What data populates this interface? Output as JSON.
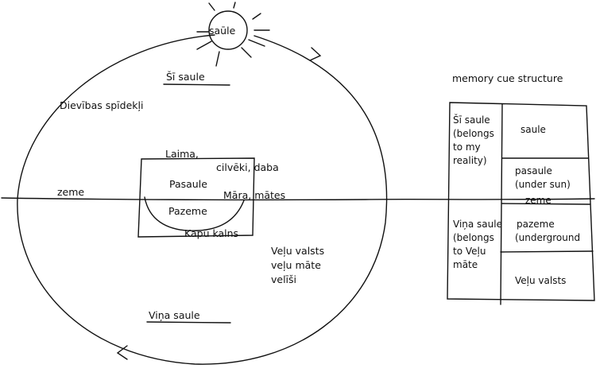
{
  "colors": {
    "ink": "#111111",
    "paper": "#ffffff"
  },
  "cosmos": {
    "sun_label": "saūle",
    "this_sun": "Šī saule",
    "divine_lights": "Dievības spīdekļi",
    "earth": "zeme",
    "laima": "Laima,",
    "people_nature": "cilvēki, daba",
    "pasaule": "Pasaule",
    "mara": "Māra, mātes",
    "pazeme": "Pazeme",
    "grave_hill": "Kapu kalns",
    "underworld_lines": [
      "Veļu valsts",
      "veļu māte",
      "velīši"
    ],
    "that_sun": "Viņa saule"
  },
  "memory_table": {
    "title": "memory cue structure",
    "left_top": [
      "Šī saule",
      "(belongs",
      "to my",
      "reality)"
    ],
    "left_bottom": [
      "Viņa saule",
      "(belongs",
      "to Veļu",
      "māte"
    ],
    "right": [
      {
        "lines": [
          "saule"
        ]
      },
      {
        "lines": [
          "pasaule",
          "(under sun)"
        ]
      },
      {
        "lines": [
          "zeme"
        ]
      },
      {
        "lines": [
          "pazeme",
          "(underground"
        ]
      },
      {
        "lines": [
          "Veļu valsts"
        ]
      }
    ]
  }
}
